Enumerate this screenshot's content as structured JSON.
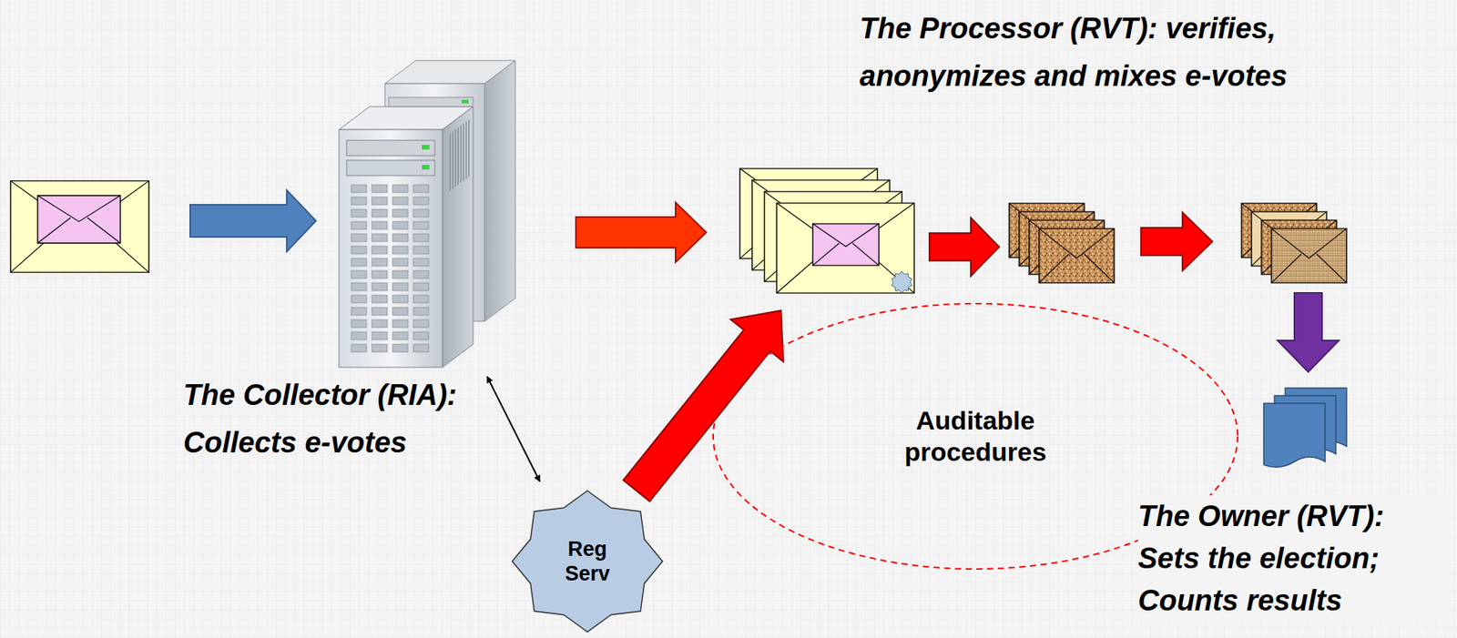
{
  "diagram": {
    "nodes": [
      {
        "text": [
          "The Collector (RIA): Collects e-votes"
        ]
      },
      {
        "text": [
          "Reg Serv"
        ]
      },
      {
        "text": [
          "The Processor (RVT): verifies, anonymizes and mixes e-votes"
        ]
      },
      {
        "text": [
          "Auditable procedures"
        ]
      },
      {
        "text": [
          "The Owner (RVT): Sets the election; Counts results"
        ]
      }
    ],
    "edges": [
      {
        "from": 0,
        "to": 2,
        "arrow": "to"
      },
      {
        "from": 1,
        "to": 2,
        "arrow": "to"
      },
      {
        "from": 0,
        "to": 1,
        "arrow": "both"
      }
    ]
  }
}
